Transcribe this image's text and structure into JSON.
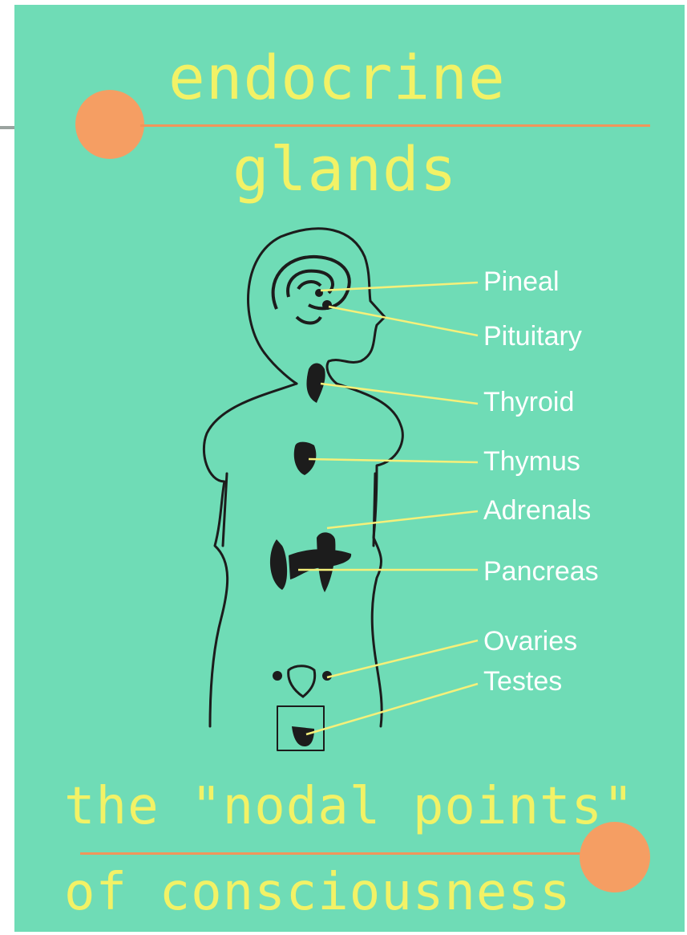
{
  "title": {
    "line1": "endocrine",
    "line2": "glands"
  },
  "subtitle": {
    "line1": "the \"nodal points\"",
    "line2": "of consciousness"
  },
  "glands": [
    {
      "label": "Pineal"
    },
    {
      "label": "Pituitary"
    },
    {
      "label": "Thyroid"
    },
    {
      "label": "Thymus"
    },
    {
      "label": "Adrenals"
    },
    {
      "label": "Pancreas"
    },
    {
      "label": "Ovaries"
    },
    {
      "label": "Testes"
    }
  ],
  "colors": {
    "background": "#6fdcb6",
    "title_text": "#f2f266",
    "accent": "#f59e63",
    "leader_lines": "#f5f07a",
    "labels": "#ffffff",
    "figure": "#1c1c1c"
  }
}
